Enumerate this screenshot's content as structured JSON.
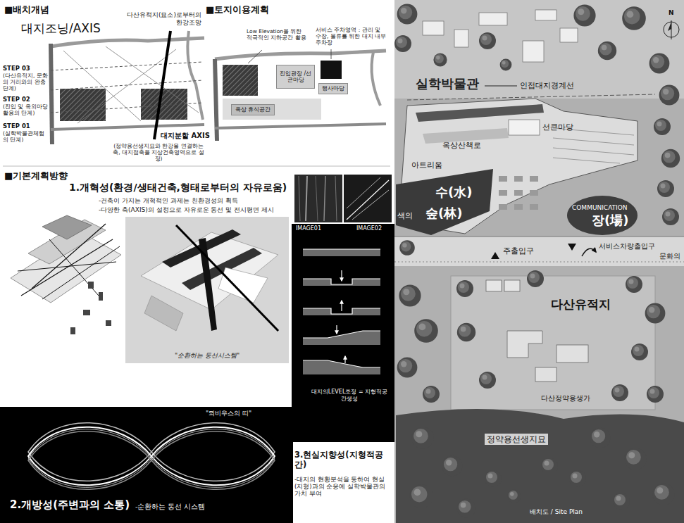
{
  "diagram": {
    "nodes": [
      {
        "text": [
          "진입광장 /선큰마당"
        ]
      },
      {
        "text": [
          "행사마당"
        ]
      },
      {
        "text": [
          "옥상 휴식공간"
        ]
      },
      {
        "text": [
          "\"순환하는 동선시스템\""
        ]
      }
    ],
    "labels": [
      "■배치개념",
      "■토지이용계획",
      "대지조닝/AXIS",
      "다산유적지(묘소)로부터의 한강조망",
      "STEP 03",
      "(다산유적지, 문화의 거리와의 완충단계)",
      "STEP 02",
      "(진입 및 옥외마당 활용의 단계)",
      "STEP 01",
      "(실학박물관체험의 단계)",
      "대지분할 AXIS",
      "(정약용선생지묘와 한강을 연결하는 축, 대지접축을 지상건축영역으로 설정)",
      "Low Elevation을 위한 적극적인 지하공간 활용",
      "서비스 주차영역 : 관리 및 수장, 물류를 위한 대지 내부 주차장",
      "■기본계획방향",
      "1.개혁성(환경/생태건축,형태로부터의 자유로움)",
      "-건축이 가지는 개혁적인 과제는 친환경성의 획득",
      "-다양한 축(AXIS)의 설정으로 자유로운 동선 및 전시평면 제시",
      "IMAGE01",
      "IMAGE02",
      "\"뫼비우스의 띠\"",
      "대지의LEVEL조정 = 지형적공간생성",
      "3.현실지향성(지형적공간)",
      "-대지의 현황분석을 통하여 현실(지형)과의 순응에 실학박물관의 가치 부여",
      "2.개방성(주변과의 소통)",
      "-순환하는 동선 시스템",
      "N",
      "실학박물관",
      "인접대지경계선",
      "선큰마당",
      "옥상산책로",
      "아트리움",
      "수(水)",
      "색의",
      "숲(林)",
      "COMMUNICATION",
      "장(場)",
      "주출입구",
      "서비스차량출입구",
      "문화의",
      "다산유적지",
      "다산정약용생가",
      "정약용선생지묘",
      "배치도 / Site Plan"
    ]
  }
}
